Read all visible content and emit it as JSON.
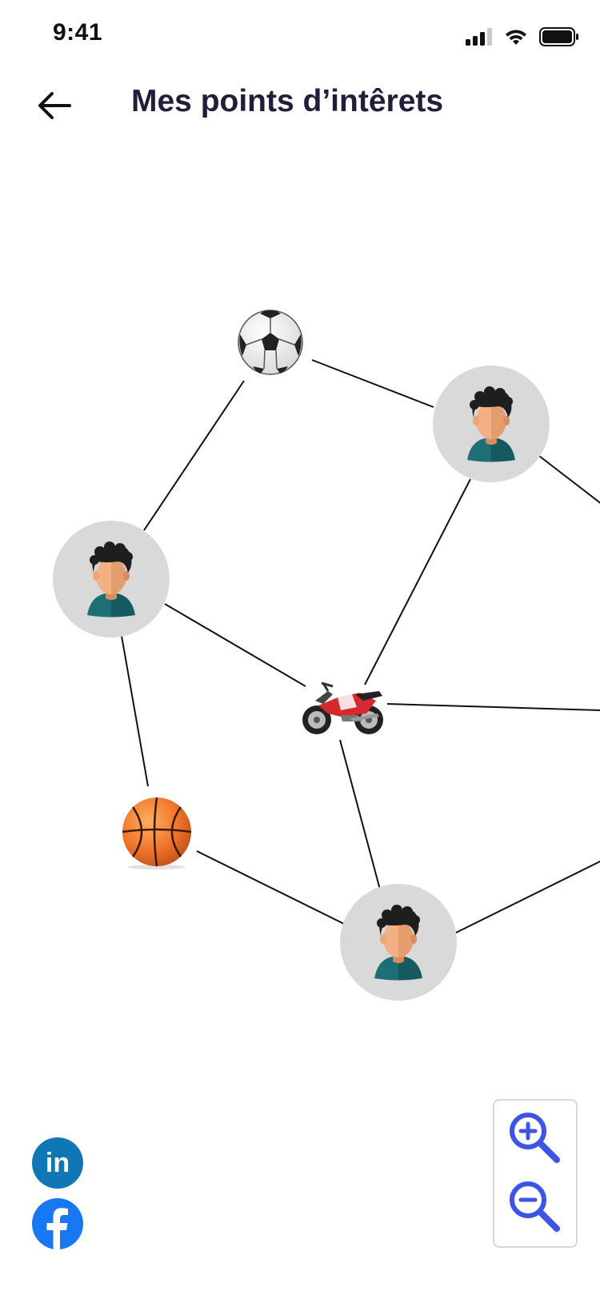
{
  "status_bar": {
    "time": "9:41"
  },
  "header": {
    "title": "Mes points d’intêrets",
    "back_icon": "arrow-left-icon"
  },
  "graph": {
    "nodes": [
      {
        "id": "football",
        "kind": "interest",
        "icon": "soccer-ball-icon"
      },
      {
        "id": "person-top-right",
        "kind": "person",
        "icon": "person-avatar-icon"
      },
      {
        "id": "person-left",
        "kind": "person",
        "icon": "person-avatar-icon"
      },
      {
        "id": "motorcycle",
        "kind": "interest",
        "icon": "motorcycle-icon"
      },
      {
        "id": "basketball",
        "kind": "interest",
        "icon": "basketball-icon"
      },
      {
        "id": "person-bottom",
        "kind": "person",
        "icon": "person-avatar-icon"
      }
    ],
    "edges": [
      [
        "football",
        "person-top-right"
      ],
      [
        "football",
        "person-left"
      ],
      [
        "person-top-right",
        "motorcycle"
      ],
      [
        "person-top-right",
        "offscreen-right-top"
      ],
      [
        "person-left",
        "motorcycle"
      ],
      [
        "person-left",
        "basketball"
      ],
      [
        "motorcycle",
        "offscreen-right-middle"
      ],
      [
        "motorcycle",
        "person-bottom"
      ],
      [
        "basketball",
        "person-bottom"
      ],
      [
        "person-bottom",
        "offscreen-right-bottom"
      ]
    ]
  },
  "zoom": {
    "in_icon": "zoom-in-icon",
    "out_icon": "zoom-out-icon",
    "accent_color": "#3d55e6"
  },
  "social": {
    "linkedin_label": "in",
    "linkedin_color": "#0f77b5",
    "facebook_icon": "facebook-icon",
    "facebook_color": "#1877f2"
  }
}
